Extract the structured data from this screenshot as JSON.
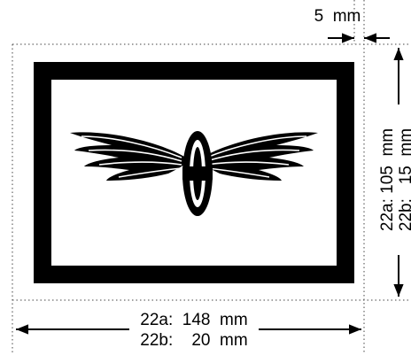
{
  "dimensions": {
    "gap_label": "5  mm",
    "height_label_a": "22a: 105  mm",
    "height_label_b": "22b:   15  mm",
    "width_label_a": "22a:  148  mm",
    "width_label_b": "22b:    20  mm"
  },
  "sign": {
    "emblem": "winged-wheel-icon",
    "border_color": "#000000",
    "background_color": "#ffffff"
  }
}
